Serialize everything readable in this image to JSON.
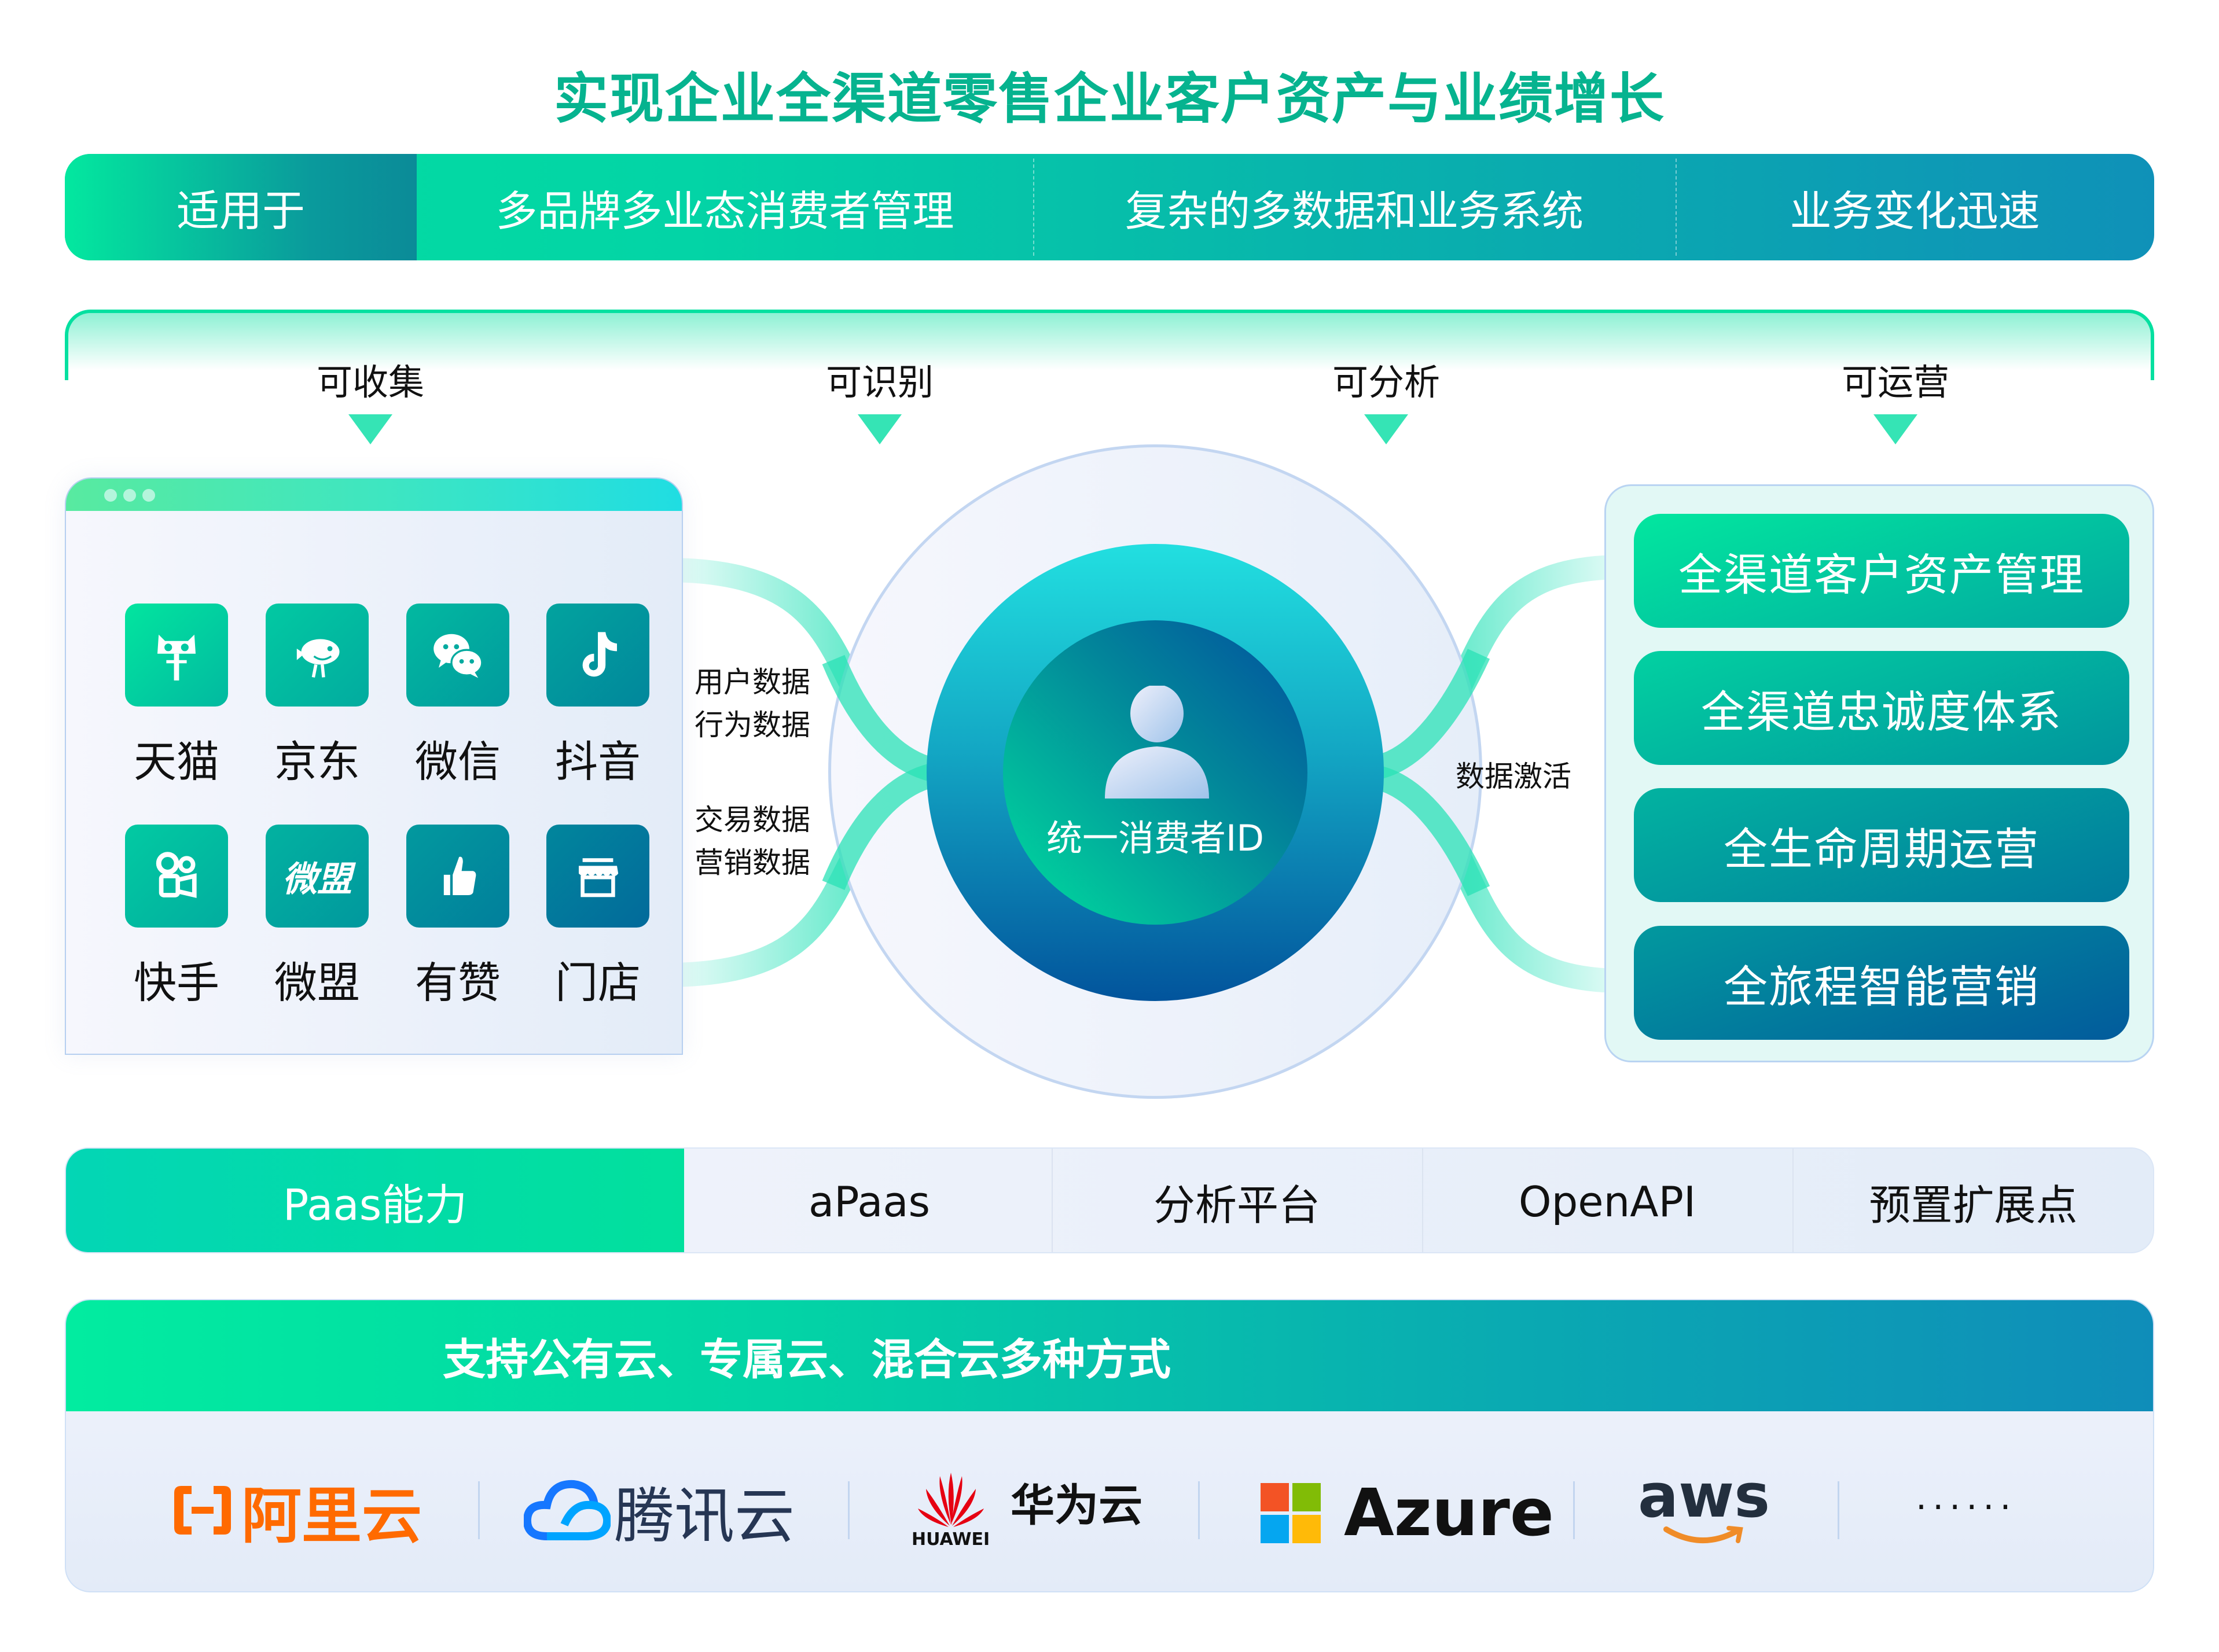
{
  "title": "实现企业全渠道零售企业客户资产与业绩增长",
  "applicable": {
    "label": "适用于",
    "items": [
      "多品牌多业态消费者管理",
      "复杂的多数据和业务系统",
      "业务变化迅速"
    ]
  },
  "stages": [
    "可收集",
    "可识别",
    "可分析",
    "可运营"
  ],
  "channels": {
    "window_dots": 3,
    "items": [
      {
        "label": "天猫",
        "icon": "tmall-cat-icon",
        "color_from": "#02e59f",
        "color_to": "#02c6a0"
      },
      {
        "label": "京东",
        "icon": "jd-dog-icon",
        "color_from": "#02c9a2",
        "color_to": "#02b3a0"
      },
      {
        "label": "微信",
        "icon": "wechat-icon",
        "color_from": "#02b9a0",
        "color_to": "#019c9e"
      },
      {
        "label": "抖音",
        "icon": "douyin-note-icon",
        "color_from": "#02a39e",
        "color_to": "#018a9c"
      },
      {
        "label": "快手",
        "icon": "kuaishou-camera-icon",
        "color_from": "#02caa2",
        "color_to": "#02b09f"
      },
      {
        "label": "微盟",
        "icon": "weimob-text-icon",
        "icon_text": "微盟",
        "color_from": "#02b2a0",
        "color_to": "#01989e"
      },
      {
        "label": "有赞",
        "icon": "youzan-thumb-icon",
        "color_from": "#02999e",
        "color_to": "#017f9c"
      },
      {
        "label": "门店",
        "icon": "store-icon",
        "color_from": "#01869c",
        "color_to": "#026f9b"
      }
    ]
  },
  "flows": {
    "inbound_top": [
      "用户数据",
      "行为数据"
    ],
    "inbound_bottom": [
      "交易数据",
      "营销数据"
    ],
    "outbound": "数据激活"
  },
  "center": {
    "label": "统一消费者ID",
    "icon": "user-avatar-icon"
  },
  "capabilities": [
    "全渠道客户资产管理",
    "全渠道忠诚度体系",
    "全生命周期运营",
    "全旅程智能营销"
  ],
  "paas": {
    "label": "Paas能力",
    "items": [
      "aPaas",
      "分析平台",
      "OpenAPI",
      "预置扩展点"
    ]
  },
  "clouds": {
    "header": "支持公有云、专属云、混合云多种方式",
    "providers": [
      {
        "name": "阿里云",
        "icon": "aliyun-logo-icon",
        "color": "#ff6a00"
      },
      {
        "name": "腾讯云",
        "icon": "tencent-cloud-logo-icon",
        "color": "#263654"
      },
      {
        "name": "华为云",
        "sub": "HUAWEI",
        "icon": "huawei-logo-icon",
        "color": "#e60012"
      },
      {
        "name": "Azure",
        "icon": "microsoft-logo-icon",
        "color": "#111111"
      },
      {
        "name": "aws",
        "icon": "aws-logo-icon",
        "color": "#232f3e",
        "accent": "#f08c28"
      }
    ],
    "more": "······"
  },
  "colors": {
    "title": "#06b38f",
    "accent_green": "#02e59f",
    "accent_blue": "#02549c",
    "panel_bg": "#e2f8f5"
  }
}
